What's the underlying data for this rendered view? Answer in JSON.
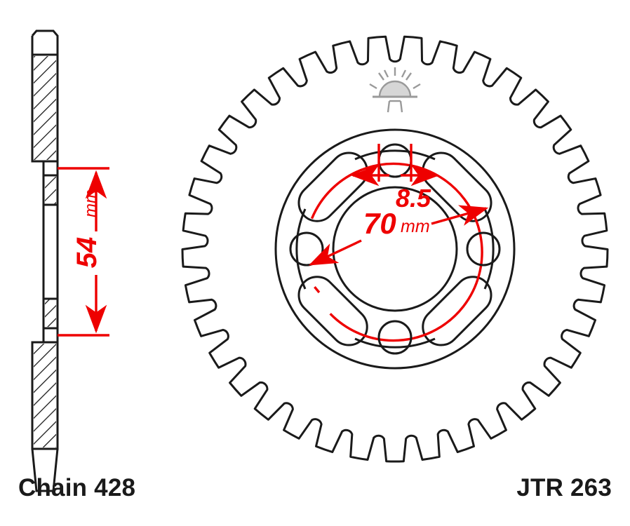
{
  "document": {
    "type": "technical-drawing",
    "subject": "motorcycle rear sprocket",
    "background_color": "#ffffff",
    "line_color": "#1a1a1a",
    "dimension_color": "#ee0000",
    "logo_color": "#9a9a9a"
  },
  "captions": {
    "chain": "Chain 428",
    "part_number": "JTR 263"
  },
  "dimensions": {
    "thickness": {
      "value": "54",
      "unit": "mm",
      "label": "54 mm",
      "orientation": "vertical-rotated",
      "view": "side-section"
    },
    "bolt_circle": {
      "value": "70",
      "unit": "mm",
      "label": "70 mm",
      "orientation": "horizontal",
      "view": "front"
    },
    "bolt_hole": {
      "value": "8.5",
      "unit": "",
      "label": "8.5",
      "orientation": "horizontal",
      "view": "front"
    }
  },
  "front_view": {
    "tooth_count": 37,
    "bolt_hole_count": 4,
    "lightening_hole_count": 4,
    "center_bore": true,
    "logo": "sunrise-icon"
  },
  "side_view": {
    "section_hatched": true,
    "symmetric": true
  }
}
